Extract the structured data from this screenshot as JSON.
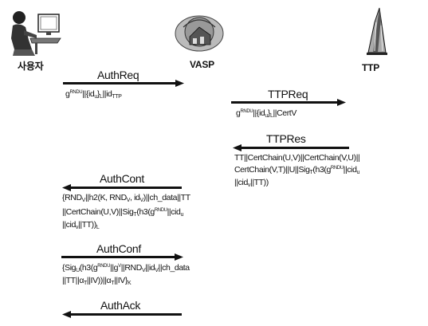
{
  "entities": {
    "user": {
      "label": "사용자"
    },
    "vasp": {
      "label": "VASP"
    },
    "ttp": {
      "label": "TTP"
    }
  },
  "messages": {
    "auth_req": {
      "title": "AuthReq",
      "b1": "g",
      "b2": "RNDU",
      "b3": "||{id",
      "b4": "u",
      "b5": "}",
      "b6": "L",
      "b7": "||id",
      "b8": "TTP"
    },
    "ttp_req": {
      "title": "TTPReq",
      "b1": "g",
      "b2": "RNDU",
      "b3": "||{id",
      "b4": "u",
      "b5": "}",
      "b6": "L",
      "b7": "||CertV"
    },
    "ttp_res": {
      "title": "TTPRes",
      "l1": "TT||CertChain(U,V)||CertChain(V,U)||",
      "l2a": "CertChain(V,T)||U||Sig",
      "l2b": "T",
      "l2c": "(h3(g",
      "l2d": "RNDU",
      "l2e": "||cid",
      "l2f": "u",
      "l3a": "||cid",
      "l3b": "v",
      "l3c": "||TT))"
    },
    "auth_cont": {
      "title": "AuthCont",
      "l1a": "{RND",
      "l1b": "V",
      "l1c": "||h2(K, RND",
      "l1d": "V",
      "l1e": ", id",
      "l1f": "V",
      "l1g": ")||ch_data||TT",
      "l2a": "||CertChain(U,V)||Sig",
      "l2b": "T",
      "l2c": "(h3(g",
      "l2d": "RNDU",
      "l2e": "||cid",
      "l2f": "u",
      "l3a": "||cid",
      "l3b": "v",
      "l3c": "||TT))",
      "l3d": "L"
    },
    "auth_conf": {
      "title": "AuthConf",
      "l1a": "{Sig",
      "l1b": "U",
      "l1c": "(h3(g",
      "l1d": "RNDU",
      "l1e": "||g",
      "l1f": "V",
      "l1g": "||RND",
      "l1h": "V",
      "l1i": "||id",
      "l1j": "V",
      "l1k": "||ch_data",
      "l2a": "||TT||α",
      "l2b": "T",
      "l2c": "||IV))||α",
      "l2d": "T",
      "l2e": "||IV}",
      "l2f": "K"
    },
    "auth_ack": {
      "title": "AuthAck"
    }
  }
}
